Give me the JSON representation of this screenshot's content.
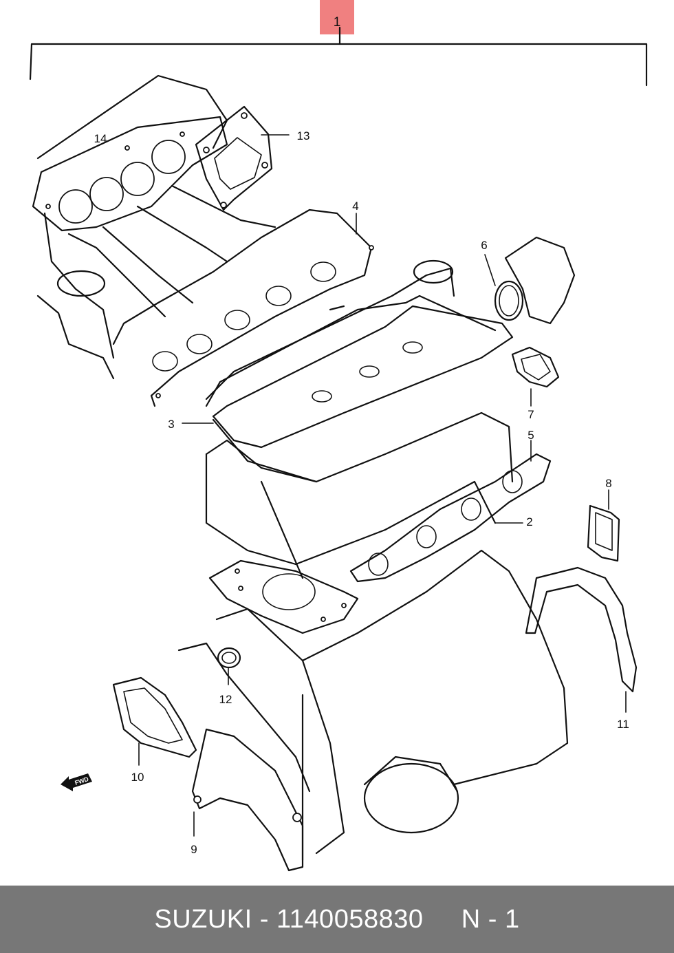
{
  "diagram": {
    "main_callout": "1",
    "callouts": [
      "2",
      "3",
      "4",
      "5",
      "6",
      "7",
      "8",
      "9",
      "10",
      "11",
      "12",
      "13",
      "14"
    ],
    "fwd_label": "FWD",
    "colors": {
      "line": "#111111",
      "main_callout_bg": "#f08080",
      "footer_bg": "#777777",
      "footer_text": "#ffffff"
    }
  },
  "footer": {
    "text": "SUZUKI - 1140058830     N - 1"
  }
}
